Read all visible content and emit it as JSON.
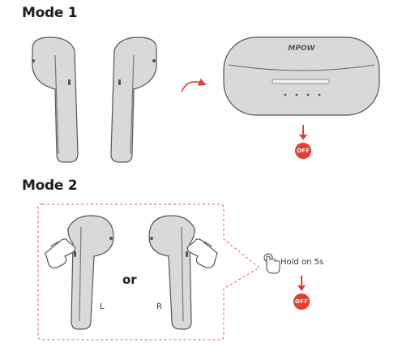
{
  "mode1": {
    "title": "Mode 1",
    "case_brand": "MPOW",
    "status": "OFF"
  },
  "mode2": {
    "title": "Mode 2",
    "connector": "or",
    "left_label": "L",
    "right_label": "R",
    "instruction": "Hold on 5s",
    "status": "OFF"
  },
  "colors": {
    "accent_red": "#e23f2f",
    "body_gray": "#d9d9d9",
    "outline": "#555555"
  },
  "icons": [
    "curved-arrow-icon",
    "down-arrow-icon",
    "touch-hand-icon",
    "pointing-hand-icon"
  ]
}
